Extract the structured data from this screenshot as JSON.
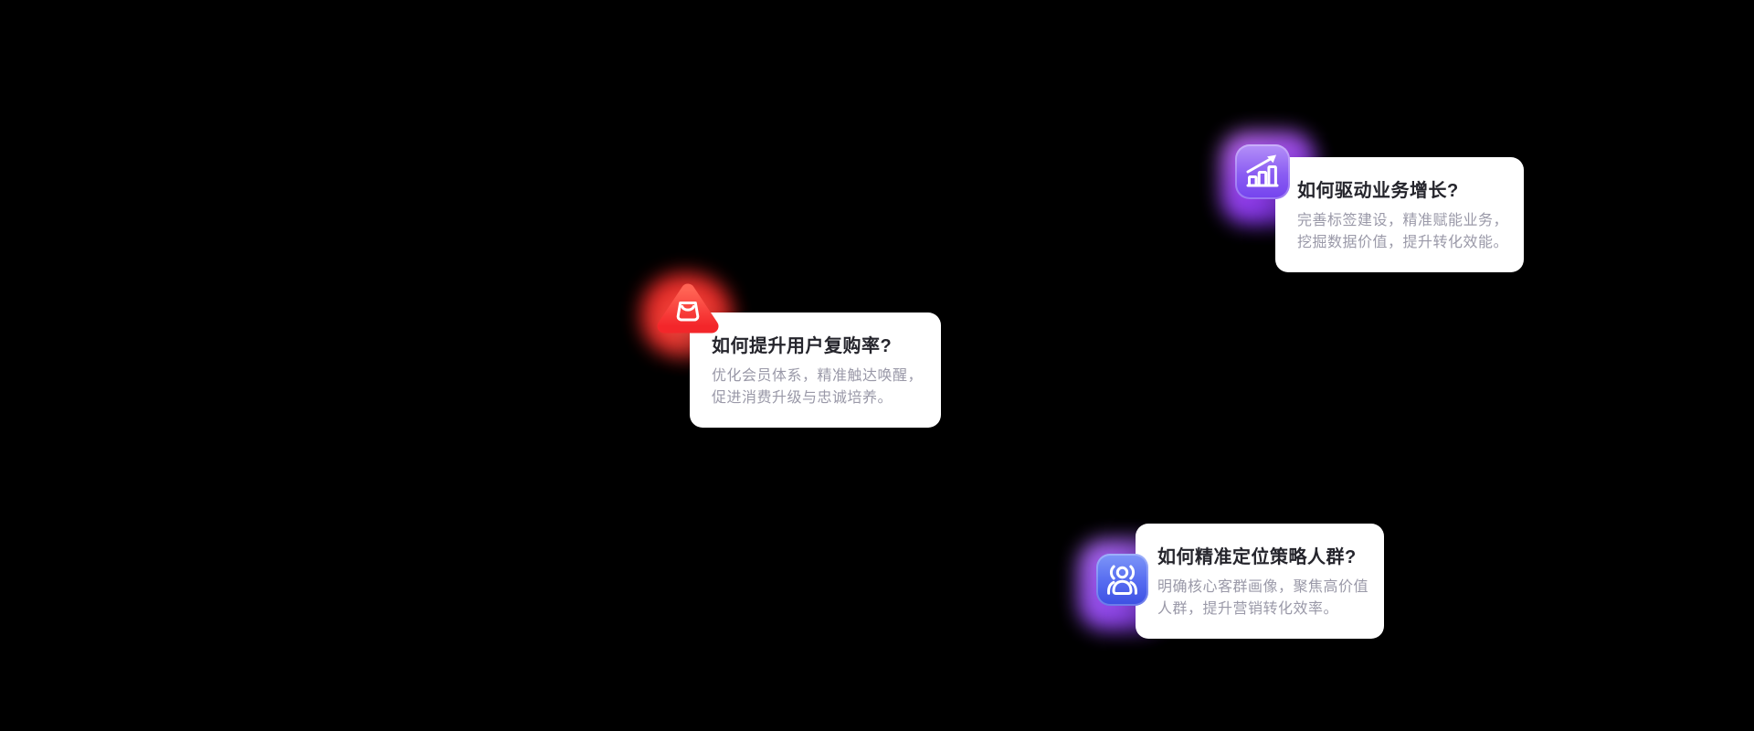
{
  "canvas": {
    "background": "#000000"
  },
  "cards": [
    {
      "name": "drive-business-growth",
      "icon": "growth-chart-icon",
      "icon_colors": {
        "top": "#b591f8",
        "bottom": "#7443ee",
        "glow": "#9a44f3"
      },
      "title": "如何驱动业务增长?",
      "body_lines": [
        "完善标签建设，精准赋能业务，",
        "挖掘数据价值，提升转化效能。"
      ]
    },
    {
      "name": "improve-repurchase-rate",
      "icon": "shopping-bag-icon",
      "icon_colors": {
        "top": "#ff6354",
        "bottom": "#f3262a",
        "glow": "#f32222"
      },
      "title": "如何提升用户复购率?",
      "body_lines": [
        "优化会员体系，精准触达唤醒，",
        "促进消费升级与忠诚培养。"
      ]
    },
    {
      "name": "target-strategic-audience",
      "icon": "audience-icon",
      "icon_colors": {
        "top": "#7e97f8",
        "bottom": "#3c50e2",
        "glow": "#8a3bf2"
      },
      "title": "如何精准定位策略人群?",
      "body_lines": [
        "明确核心客群画像，聚焦高价值",
        "人群，提升营销转化效率。"
      ]
    }
  ],
  "text_colors": {
    "title": "#25252c",
    "body": "#9a99a8"
  }
}
